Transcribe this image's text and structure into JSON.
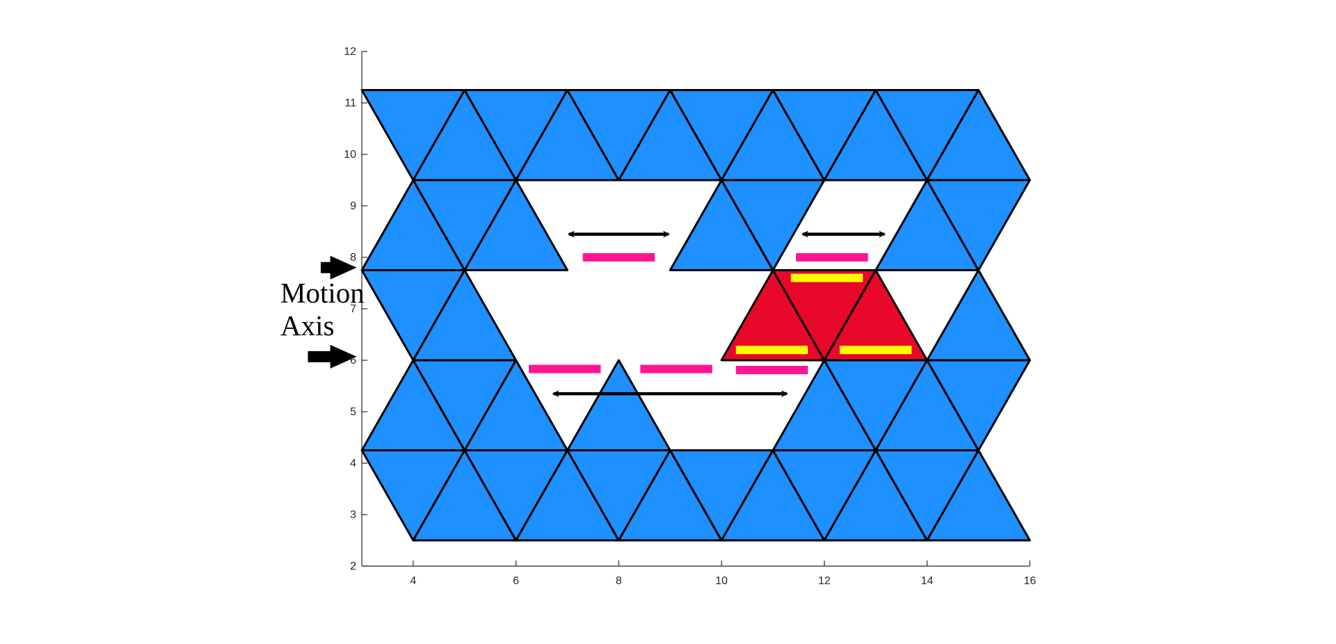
{
  "chart_data": {
    "type": "diagram",
    "xlim": [
      3,
      16
    ],
    "ylim": [
      2,
      12
    ],
    "x_ticks": [
      "4",
      "6",
      "8",
      "10",
      "12",
      "14",
      "16"
    ],
    "y_ticks": [
      "2",
      "3",
      "4",
      "5",
      "6",
      "7",
      "8",
      "9",
      "10",
      "11",
      "12"
    ],
    "colors": {
      "tile": "#1E90FF",
      "mover": "#E8082A",
      "pink": "#FF1493",
      "yellow": "#FFFF00",
      "edge": "#000000"
    },
    "tiles_blue": [
      [
        [
          3,
          11.25
        ],
        [
          5,
          11.25
        ],
        [
          4,
          9.5
        ]
      ],
      [
        [
          4,
          9.5
        ],
        [
          6,
          9.5
        ],
        [
          5,
          11.25
        ]
      ],
      [
        [
          5,
          11.25
        ],
        [
          7,
          11.25
        ],
        [
          6,
          9.5
        ]
      ],
      [
        [
          6,
          9.5
        ],
        [
          8,
          9.5
        ],
        [
          7,
          11.25
        ]
      ],
      [
        [
          7,
          11.25
        ],
        [
          9,
          11.25
        ],
        [
          8,
          9.5
        ]
      ],
      [
        [
          8,
          9.5
        ],
        [
          10,
          9.5
        ],
        [
          9,
          11.25
        ]
      ],
      [
        [
          9,
          11.25
        ],
        [
          11,
          11.25
        ],
        [
          10,
          9.5
        ]
      ],
      [
        [
          10,
          9.5
        ],
        [
          12,
          9.5
        ],
        [
          11,
          11.25
        ]
      ],
      [
        [
          11,
          11.25
        ],
        [
          13,
          11.25
        ],
        [
          12,
          9.5
        ]
      ],
      [
        [
          12,
          9.5
        ],
        [
          14,
          9.5
        ],
        [
          13,
          11.25
        ]
      ],
      [
        [
          13,
          11.25
        ],
        [
          15,
          11.25
        ],
        [
          14,
          9.5
        ]
      ],
      [
        [
          14,
          9.5
        ],
        [
          16,
          9.5
        ],
        [
          15,
          11.25
        ]
      ],
      [
        [
          4,
          9.5
        ],
        [
          3,
          7.75
        ],
        [
          5,
          7.75
        ]
      ],
      [
        [
          4,
          9.5
        ],
        [
          6,
          9.5
        ],
        [
          5,
          7.75
        ]
      ],
      [
        [
          6,
          9.5
        ],
        [
          5,
          7.75
        ],
        [
          7,
          7.75
        ]
      ],
      [
        [
          10,
          9.5
        ],
        [
          9,
          7.75
        ],
        [
          11,
          7.75
        ]
      ],
      [
        [
          10,
          9.5
        ],
        [
          12,
          9.5
        ],
        [
          11,
          7.75
        ]
      ],
      [
        [
          14,
          9.5
        ],
        [
          13,
          7.75
        ],
        [
          15,
          7.75
        ]
      ],
      [
        [
          14,
          9.5
        ],
        [
          16,
          9.5
        ],
        [
          15,
          7.75
        ]
      ],
      [
        [
          3,
          7.75
        ],
        [
          5,
          7.75
        ],
        [
          4,
          6
        ]
      ],
      [
        [
          5,
          7.75
        ],
        [
          4,
          6
        ],
        [
          6,
          6
        ]
      ],
      [
        [
          15,
          7.75
        ],
        [
          14,
          6
        ],
        [
          16,
          6
        ]
      ],
      [
        [
          4,
          6
        ],
        [
          3,
          4.25
        ],
        [
          5,
          4.25
        ]
      ],
      [
        [
          4,
          6
        ],
        [
          6,
          6
        ],
        [
          5,
          4.25
        ]
      ],
      [
        [
          6,
          6
        ],
        [
          5,
          4.25
        ],
        [
          7,
          4.25
        ]
      ],
      [
        [
          8,
          6
        ],
        [
          7,
          4.25
        ],
        [
          9,
          4.25
        ]
      ],
      [
        [
          12,
          6
        ],
        [
          11,
          4.25
        ],
        [
          13,
          4.25
        ]
      ],
      [
        [
          12,
          6
        ],
        [
          14,
          6
        ],
        [
          13,
          4.25
        ]
      ],
      [
        [
          14,
          6
        ],
        [
          13,
          4.25
        ],
        [
          15,
          4.25
        ]
      ],
      [
        [
          14,
          6
        ],
        [
          16,
          6
        ],
        [
          15,
          4.25
        ]
      ],
      [
        [
          3,
          4.25
        ],
        [
          5,
          4.25
        ],
        [
          4,
          2.5
        ]
      ],
      [
        [
          4,
          2.5
        ],
        [
          6,
          2.5
        ],
        [
          5,
          4.25
        ]
      ],
      [
        [
          5,
          4.25
        ],
        [
          7,
          4.25
        ],
        [
          6,
          2.5
        ]
      ],
      [
        [
          6,
          2.5
        ],
        [
          8,
          2.5
        ],
        [
          7,
          4.25
        ]
      ],
      [
        [
          7,
          4.25
        ],
        [
          9,
          4.25
        ],
        [
          8,
          2.5
        ]
      ],
      [
        [
          8,
          2.5
        ],
        [
          10,
          2.5
        ],
        [
          9,
          4.25
        ]
      ],
      [
        [
          9,
          4.25
        ],
        [
          11,
          4.25
        ],
        [
          10,
          2.5
        ]
      ],
      [
        [
          10,
          2.5
        ],
        [
          12,
          2.5
        ],
        [
          11,
          4.25
        ]
      ],
      [
        [
          11,
          4.25
        ],
        [
          13,
          4.25
        ],
        [
          12,
          2.5
        ]
      ],
      [
        [
          12,
          2.5
        ],
        [
          14,
          2.5
        ],
        [
          13,
          4.25
        ]
      ],
      [
        [
          13,
          4.25
        ],
        [
          15,
          4.25
        ],
        [
          14,
          2.5
        ]
      ],
      [
        [
          14,
          2.5
        ],
        [
          16,
          2.5
        ],
        [
          15,
          4.25
        ]
      ]
    ],
    "tiles_red": [
      [
        [
          11,
          7.75
        ],
        [
          10,
          6
        ],
        [
          12,
          6
        ]
      ],
      [
        [
          11,
          7.75
        ],
        [
          13,
          7.75
        ],
        [
          12,
          6
        ]
      ],
      [
        [
          13,
          7.75
        ],
        [
          12,
          6
        ],
        [
          14,
          6
        ]
      ]
    ],
    "bars_pink": [
      {
        "x": [
          7.3,
          8.7
        ],
        "y": 8.0
      },
      {
        "x": [
          11.45,
          12.85
        ],
        "y": 8.0
      },
      {
        "x": [
          6.25,
          7.65
        ],
        "y": 5.83
      },
      {
        "x": [
          8.42,
          9.82
        ],
        "y": 5.83
      },
      {
        "x": [
          10.28,
          11.68
        ],
        "y": 5.81
      }
    ],
    "bars_yellow": [
      {
        "x": [
          11.35,
          12.75
        ],
        "y": 7.6
      },
      {
        "x": [
          10.28,
          11.68
        ],
        "y": 6.2
      },
      {
        "x": [
          12.3,
          13.7
        ],
        "y": 6.2
      }
    ],
    "double_arrows": [
      {
        "x": [
          6.95,
          9.05
        ],
        "y": 8.45
      },
      {
        "x": [
          11.5,
          13.25
        ],
        "y": 8.45
      },
      {
        "x": [
          6.65,
          11.35
        ],
        "y": 5.35
      }
    ],
    "motion_arrows": [
      {
        "x": [
          2.2,
          2.9
        ],
        "y": 7.8
      },
      {
        "x": [
          1.95,
          2.9
        ],
        "y": 6.07
      }
    ],
    "annotation": "Motion\nAxis"
  }
}
